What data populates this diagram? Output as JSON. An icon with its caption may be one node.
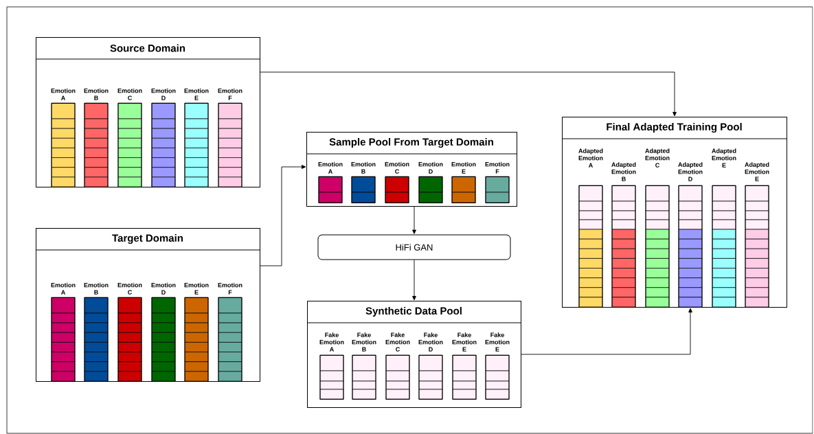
{
  "diagram": {
    "nodes": [
      {
        "text": [
          "Source Domain"
        ]
      },
      {
        "text": [
          "Emotion A"
        ],
        "in": 0
      },
      {
        "text": [
          "Emotion B"
        ],
        "in": 0
      },
      {
        "text": [
          "Emotion C"
        ],
        "in": 0
      },
      {
        "text": [
          "Emotion D"
        ],
        "in": 0
      },
      {
        "text": [
          "Emotion E"
        ],
        "in": 0
      },
      {
        "text": [
          "Emotion F"
        ],
        "in": 0
      },
      {
        "text": [
          "Target Domain"
        ]
      },
      {
        "text": [
          "Emotion A"
        ],
        "in": 7
      },
      {
        "text": [
          "Emotion B"
        ],
        "in": 7
      },
      {
        "text": [
          "Emotion C"
        ],
        "in": 7
      },
      {
        "text": [
          "Emotion D"
        ],
        "in": 7
      },
      {
        "text": [
          "Emotion E"
        ],
        "in": 7
      },
      {
        "text": [
          "Emotion F"
        ],
        "in": 7
      },
      {
        "text": [
          "Sample Pool From Target Domain"
        ]
      },
      {
        "text": [
          "Emotion A"
        ],
        "in": 14
      },
      {
        "text": [
          "Emotion B"
        ],
        "in": 14
      },
      {
        "text": [
          "Emotion C"
        ],
        "in": 14
      },
      {
        "text": [
          "Emotion D"
        ],
        "in": 14
      },
      {
        "text": [
          "Emotion E"
        ],
        "in": 14
      },
      {
        "text": [
          "Emotion F"
        ],
        "in": 14
      },
      {
        "text": [
          "HiFi GAN"
        ]
      },
      {
        "text": [
          "Synthetic Data Pool"
        ]
      },
      {
        "text": [
          "Fake Emotion A"
        ],
        "in": 22
      },
      {
        "text": [
          "Fake Emotion B"
        ],
        "in": 22
      },
      {
        "text": [
          "Fake Emotion C"
        ],
        "in": 22
      },
      {
        "text": [
          "Fake Emotion D"
        ],
        "in": 22
      },
      {
        "text": [
          "Fake Emotion E"
        ],
        "in": 22
      },
      {
        "text": [
          "Fake Emotion E"
        ],
        "in": 22
      },
      {
        "text": [
          "Final Adapted Training Pool"
        ]
      },
      {
        "text": [
          "Adapted Emotion A"
        ],
        "in": 29
      },
      {
        "text": [
          "Adapted Emotion B"
        ],
        "in": 29
      },
      {
        "text": [
          "Adapted Emotion C"
        ],
        "in": 29
      },
      {
        "text": [
          "Adapted Emotion D"
        ],
        "in": 29
      },
      {
        "text": [
          "Adapted Emotion E"
        ],
        "in": 29
      },
      {
        "text": [
          "Adapted Emotion E"
        ],
        "in": 29
      }
    ],
    "edges": [
      {
        "from": 0,
        "to": 29,
        "arrow": "to"
      },
      {
        "from": 7,
        "to": 14,
        "arrow": "to"
      },
      {
        "from": 14,
        "to": 21,
        "arrow": "to"
      },
      {
        "from": 21,
        "to": 22,
        "arrow": "to"
      },
      {
        "from": 22,
        "to": 29,
        "arrow": "to"
      }
    ]
  }
}
